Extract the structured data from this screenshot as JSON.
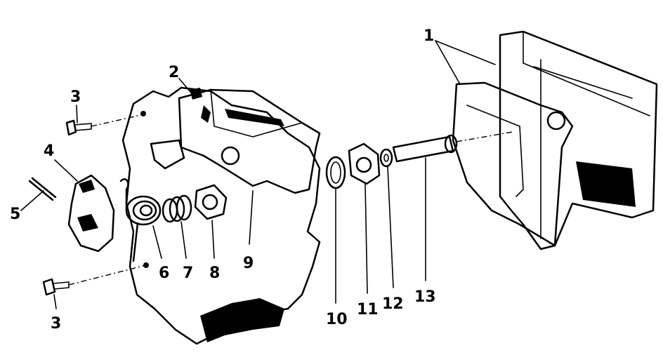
{
  "callouts": [
    {
      "id": "c1",
      "text": "1"
    },
    {
      "id": "c2",
      "text": "2"
    },
    {
      "id": "c3a",
      "text": "3"
    },
    {
      "id": "c3b",
      "text": "3"
    },
    {
      "id": "c4",
      "text": "4"
    },
    {
      "id": "c5",
      "text": "5"
    },
    {
      "id": "c6",
      "text": "6"
    },
    {
      "id": "c7",
      "text": "7"
    },
    {
      "id": "c8",
      "text": "8"
    },
    {
      "id": "c9",
      "text": "9"
    },
    {
      "id": "c10",
      "text": "10"
    },
    {
      "id": "c11",
      "text": "11"
    },
    {
      "id": "c12",
      "text": "12"
    },
    {
      "id": "c13",
      "text": "13"
    }
  ]
}
